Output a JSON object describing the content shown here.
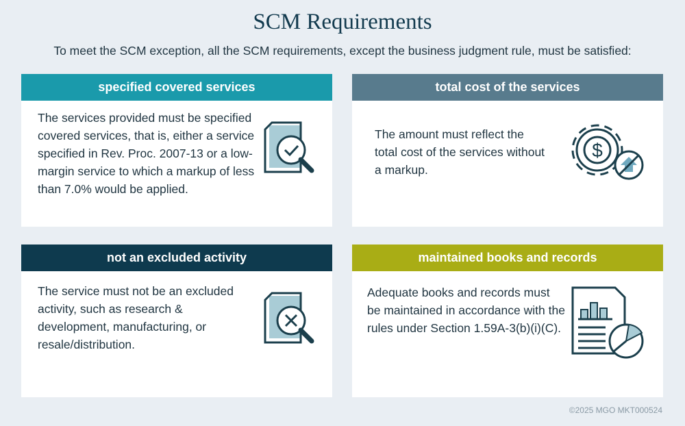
{
  "title": "SCM Requirements",
  "subtitle": "To meet the SCM exception, all the SCM requirements, except the business judgment rule, must be satisfied:",
  "cards": [
    {
      "header": "specified covered services",
      "color": "#1a9aab",
      "text": "The services provided must be specified covered services, that is, either a service specified in Rev. Proc. 2007-13 or a low-margin service to which a markup of less than 7.0% would be applied.",
      "icon": "document-check-magnifier-icon"
    },
    {
      "header": "total cost of the services",
      "color": "#587b8d",
      "text": "The amount must reflect the total cost of the services without a markup.",
      "icon": "gear-dollar-no-markup-icon"
    },
    {
      "header": "not an excluded activity",
      "color": "#0e3a4e",
      "text": "The service must not be an excluded activity, such as research & development, manufacturing, or resale/distribution.",
      "icon": "document-x-magnifier-icon"
    },
    {
      "header": "maintained books and records",
      "color": "#a9ad15",
      "text": "Adequate books and records must be maintained in accordance with the rules under Section 1.59A-3(b)(i)(C).",
      "icon": "report-chart-icon"
    }
  ],
  "footer": "©2025 MGO MKT000524"
}
